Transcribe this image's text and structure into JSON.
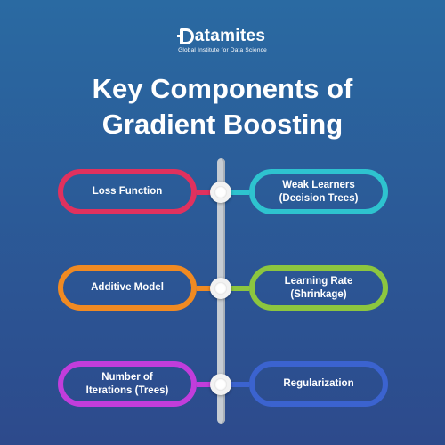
{
  "logo": {
    "name": "Datamites",
    "tagline": "Global Institute for Data Science"
  },
  "title": {
    "line1": "Key Components of",
    "line2": "Gradient Boosting"
  },
  "components": {
    "loss_function": {
      "label": "Loss Function",
      "color": "#e0315e"
    },
    "weak_learners": {
      "label_line1": "Weak Learners",
      "label_line2": "(Decision Trees)",
      "color": "#2ec3cf"
    },
    "additive_model": {
      "label": "Additive Model",
      "color": "#f08a22"
    },
    "learning_rate": {
      "label_line1": "Learning Rate",
      "label_line2": "(Shrinkage)",
      "color": "#8cc63f"
    },
    "number_of_iterations": {
      "label_line1": "Number of",
      "label_line2": "Iterations (Trees)",
      "color": "#c13ddb"
    },
    "regularization": {
      "label": "Regularization",
      "color": "#3b63cf"
    }
  }
}
